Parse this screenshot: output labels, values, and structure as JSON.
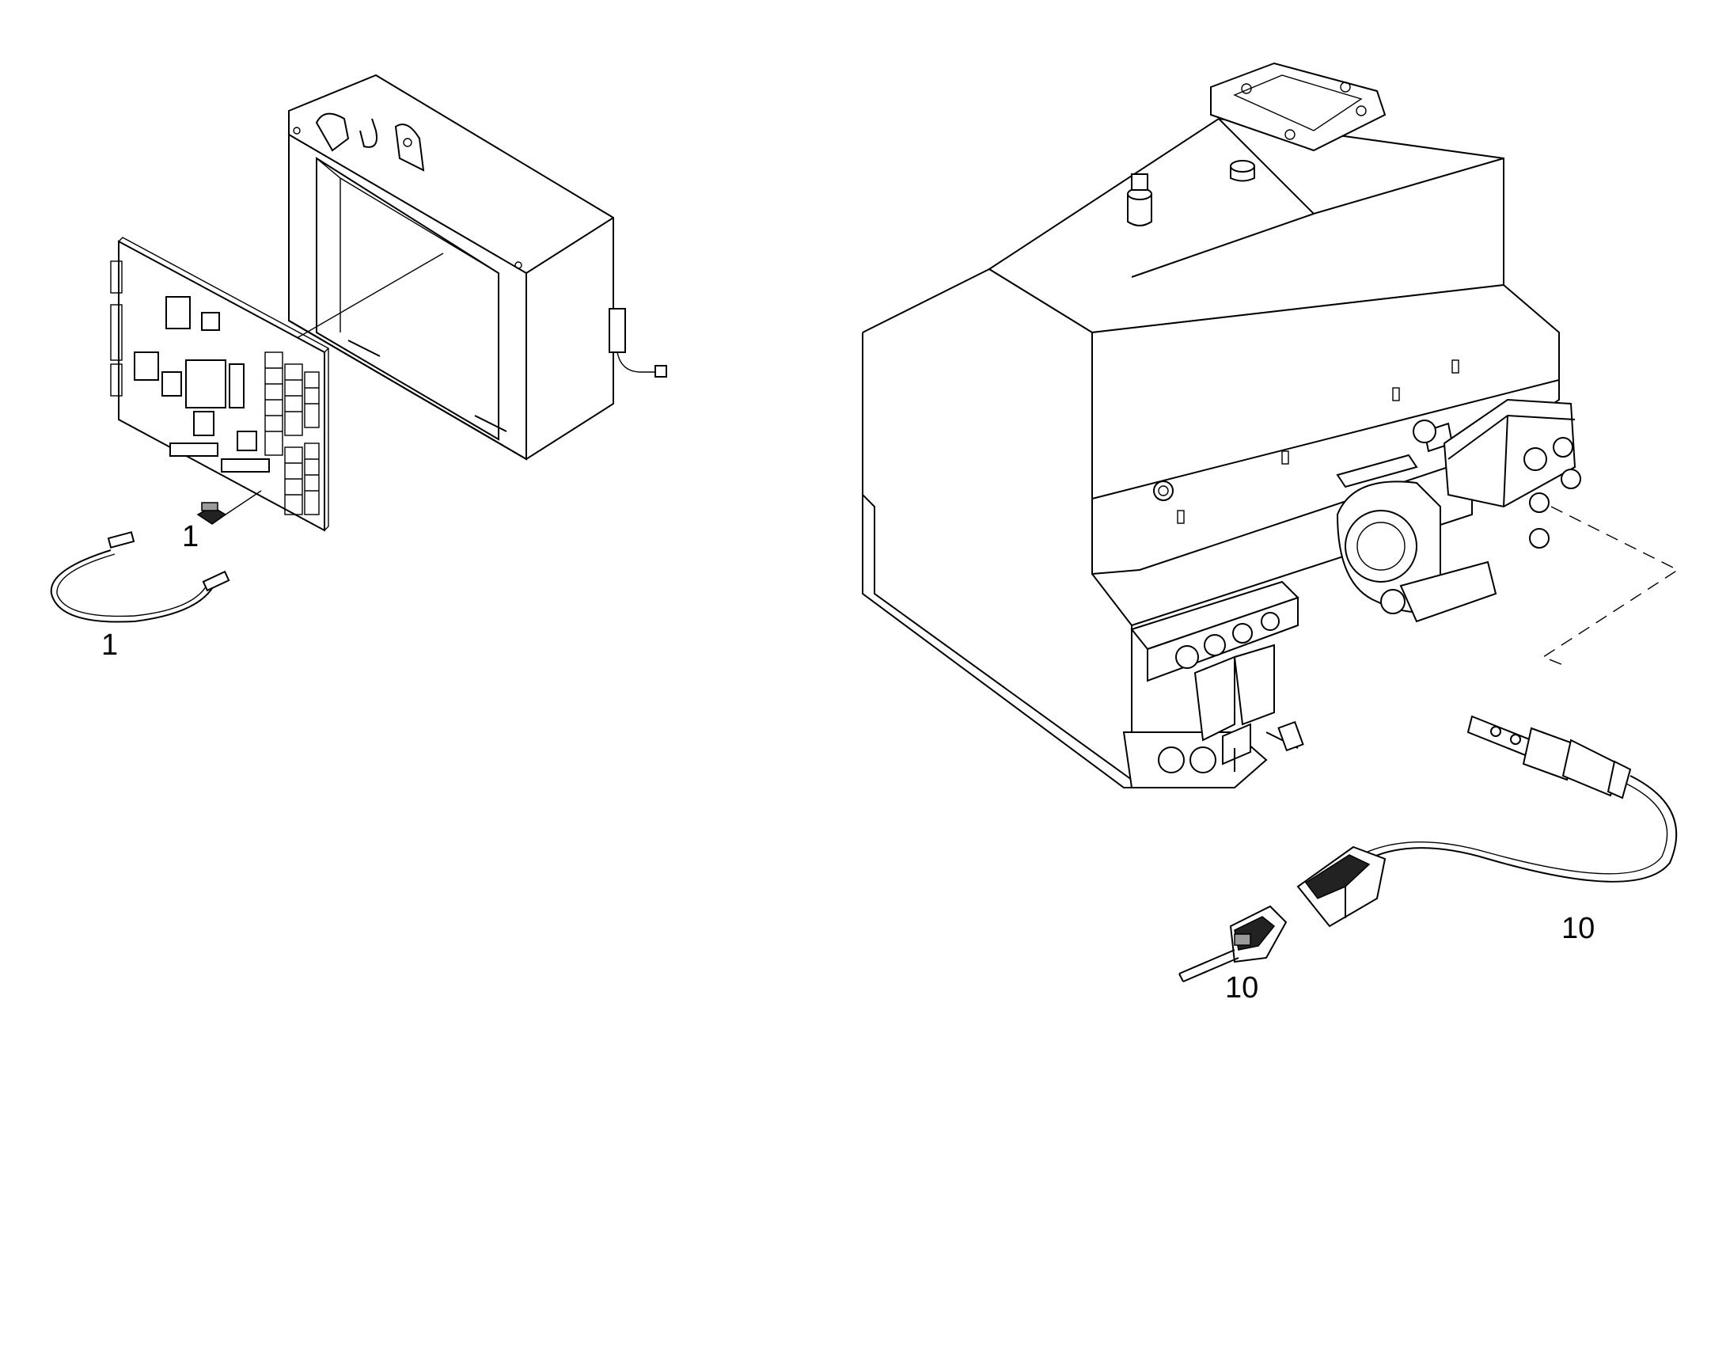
{
  "callouts": {
    "fuse_board": "1",
    "temp_probe": "1",
    "probe_cable": "10",
    "connector": "10"
  }
}
